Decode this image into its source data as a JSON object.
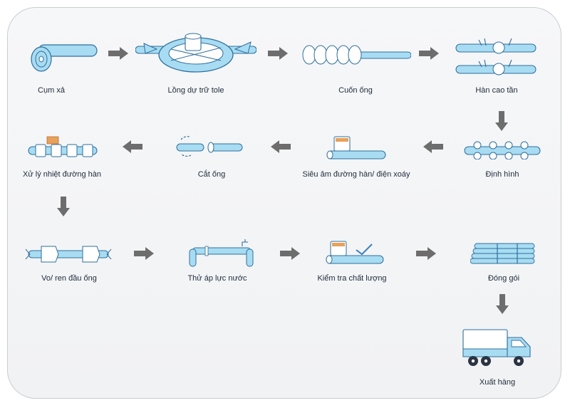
{
  "colors": {
    "pipe": "#a8dcf2",
    "pipe_stroke": "#2f6f9c",
    "arrow": "#6d6d6d",
    "accent_orange": "#e8a15a",
    "check": "#3a7fbf"
  },
  "stages": [
    {
      "id": "cum-xa",
      "label": "Cụm xả",
      "icon": "coil-icon"
    },
    {
      "id": "long-du-tru-tole",
      "label": "Lồng dự trữ tole",
      "icon": "accumulator-icon"
    },
    {
      "id": "cuon-ong",
      "label": "Cuốn ống",
      "icon": "spiral-forming-icon"
    },
    {
      "id": "han-cao-tan",
      "label": "Hàn cao tần",
      "icon": "hf-welding-icon"
    },
    {
      "id": "dinh-hinh",
      "label": "Định hình",
      "icon": "sizing-rollers-icon"
    },
    {
      "id": "sieu-am",
      "label": "Siêu âm đường hàn/ điện xoáy",
      "icon": "ultrasonic-test-icon"
    },
    {
      "id": "cat-ong",
      "label": "Cắt ống",
      "icon": "pipe-cutting-icon"
    },
    {
      "id": "xu-ly-nhiet",
      "label": "Xử lý nhiệt đường hàn",
      "icon": "heat-treatment-icon"
    },
    {
      "id": "vo-ren",
      "label": "Vo/ ren đầu ống",
      "icon": "threading-icon"
    },
    {
      "id": "thu-ap-luc",
      "label": "Thử áp lực nước",
      "icon": "hydro-test-icon"
    },
    {
      "id": "kiem-tra",
      "label": "Kiểm tra chất lượng",
      "icon": "quality-check-icon"
    },
    {
      "id": "dong-goi",
      "label": "Đóng gói",
      "icon": "pipe-bundle-icon"
    },
    {
      "id": "xuat-hang",
      "label": "Xuất hàng",
      "icon": "truck-icon"
    }
  ]
}
